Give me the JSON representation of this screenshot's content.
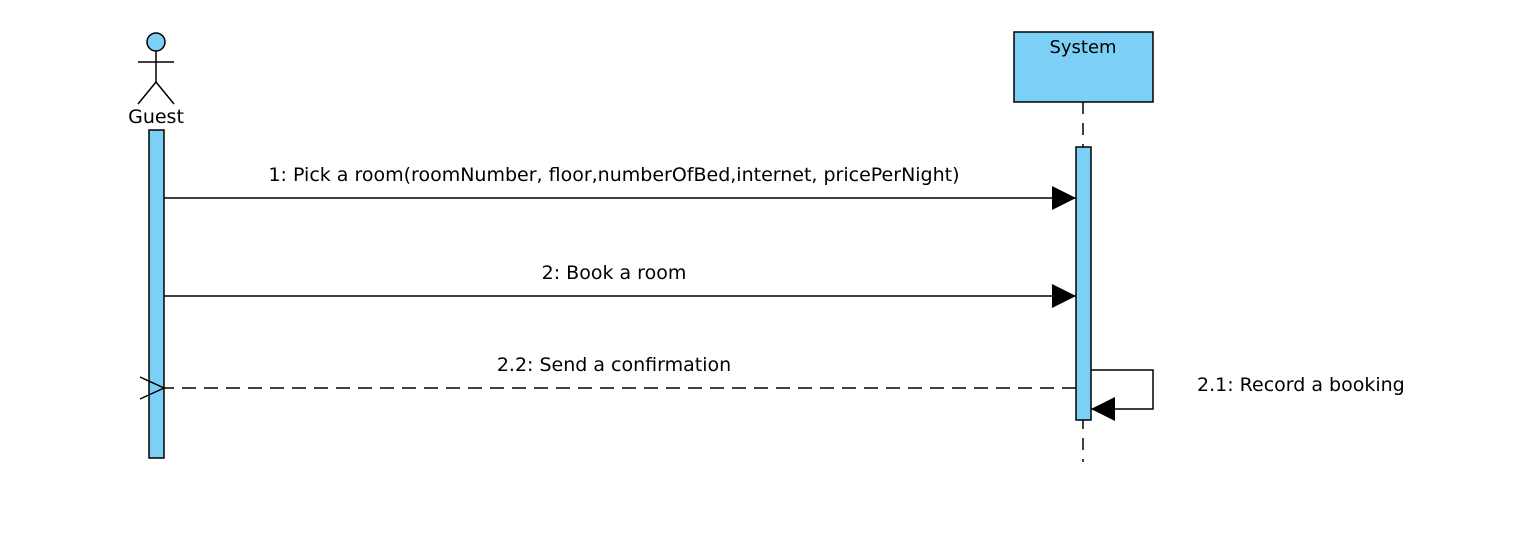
{
  "diagram": {
    "type": "sequence",
    "colors": {
      "fill": "#7ccff5",
      "stroke": "#000000",
      "background": "#ffffff"
    },
    "participants": [
      {
        "id": "guest",
        "kind": "actor",
        "label": "Guest"
      },
      {
        "id": "system",
        "kind": "object",
        "label": "System"
      }
    ],
    "messages": [
      {
        "id": "m1",
        "from": "guest",
        "to": "system",
        "style": "synchronous",
        "label": "1: Pick a room(roomNumber, floor,numberOfBed,internet, pricePerNight)"
      },
      {
        "id": "m2",
        "from": "guest",
        "to": "system",
        "style": "synchronous",
        "label": "2: Book a room"
      },
      {
        "id": "m3",
        "from": "system",
        "to": "system",
        "style": "self-call",
        "label": "2.1: Record a booking"
      },
      {
        "id": "m4",
        "from": "system",
        "to": "guest",
        "style": "return",
        "label": "2.2: Send a confirmation"
      }
    ]
  }
}
